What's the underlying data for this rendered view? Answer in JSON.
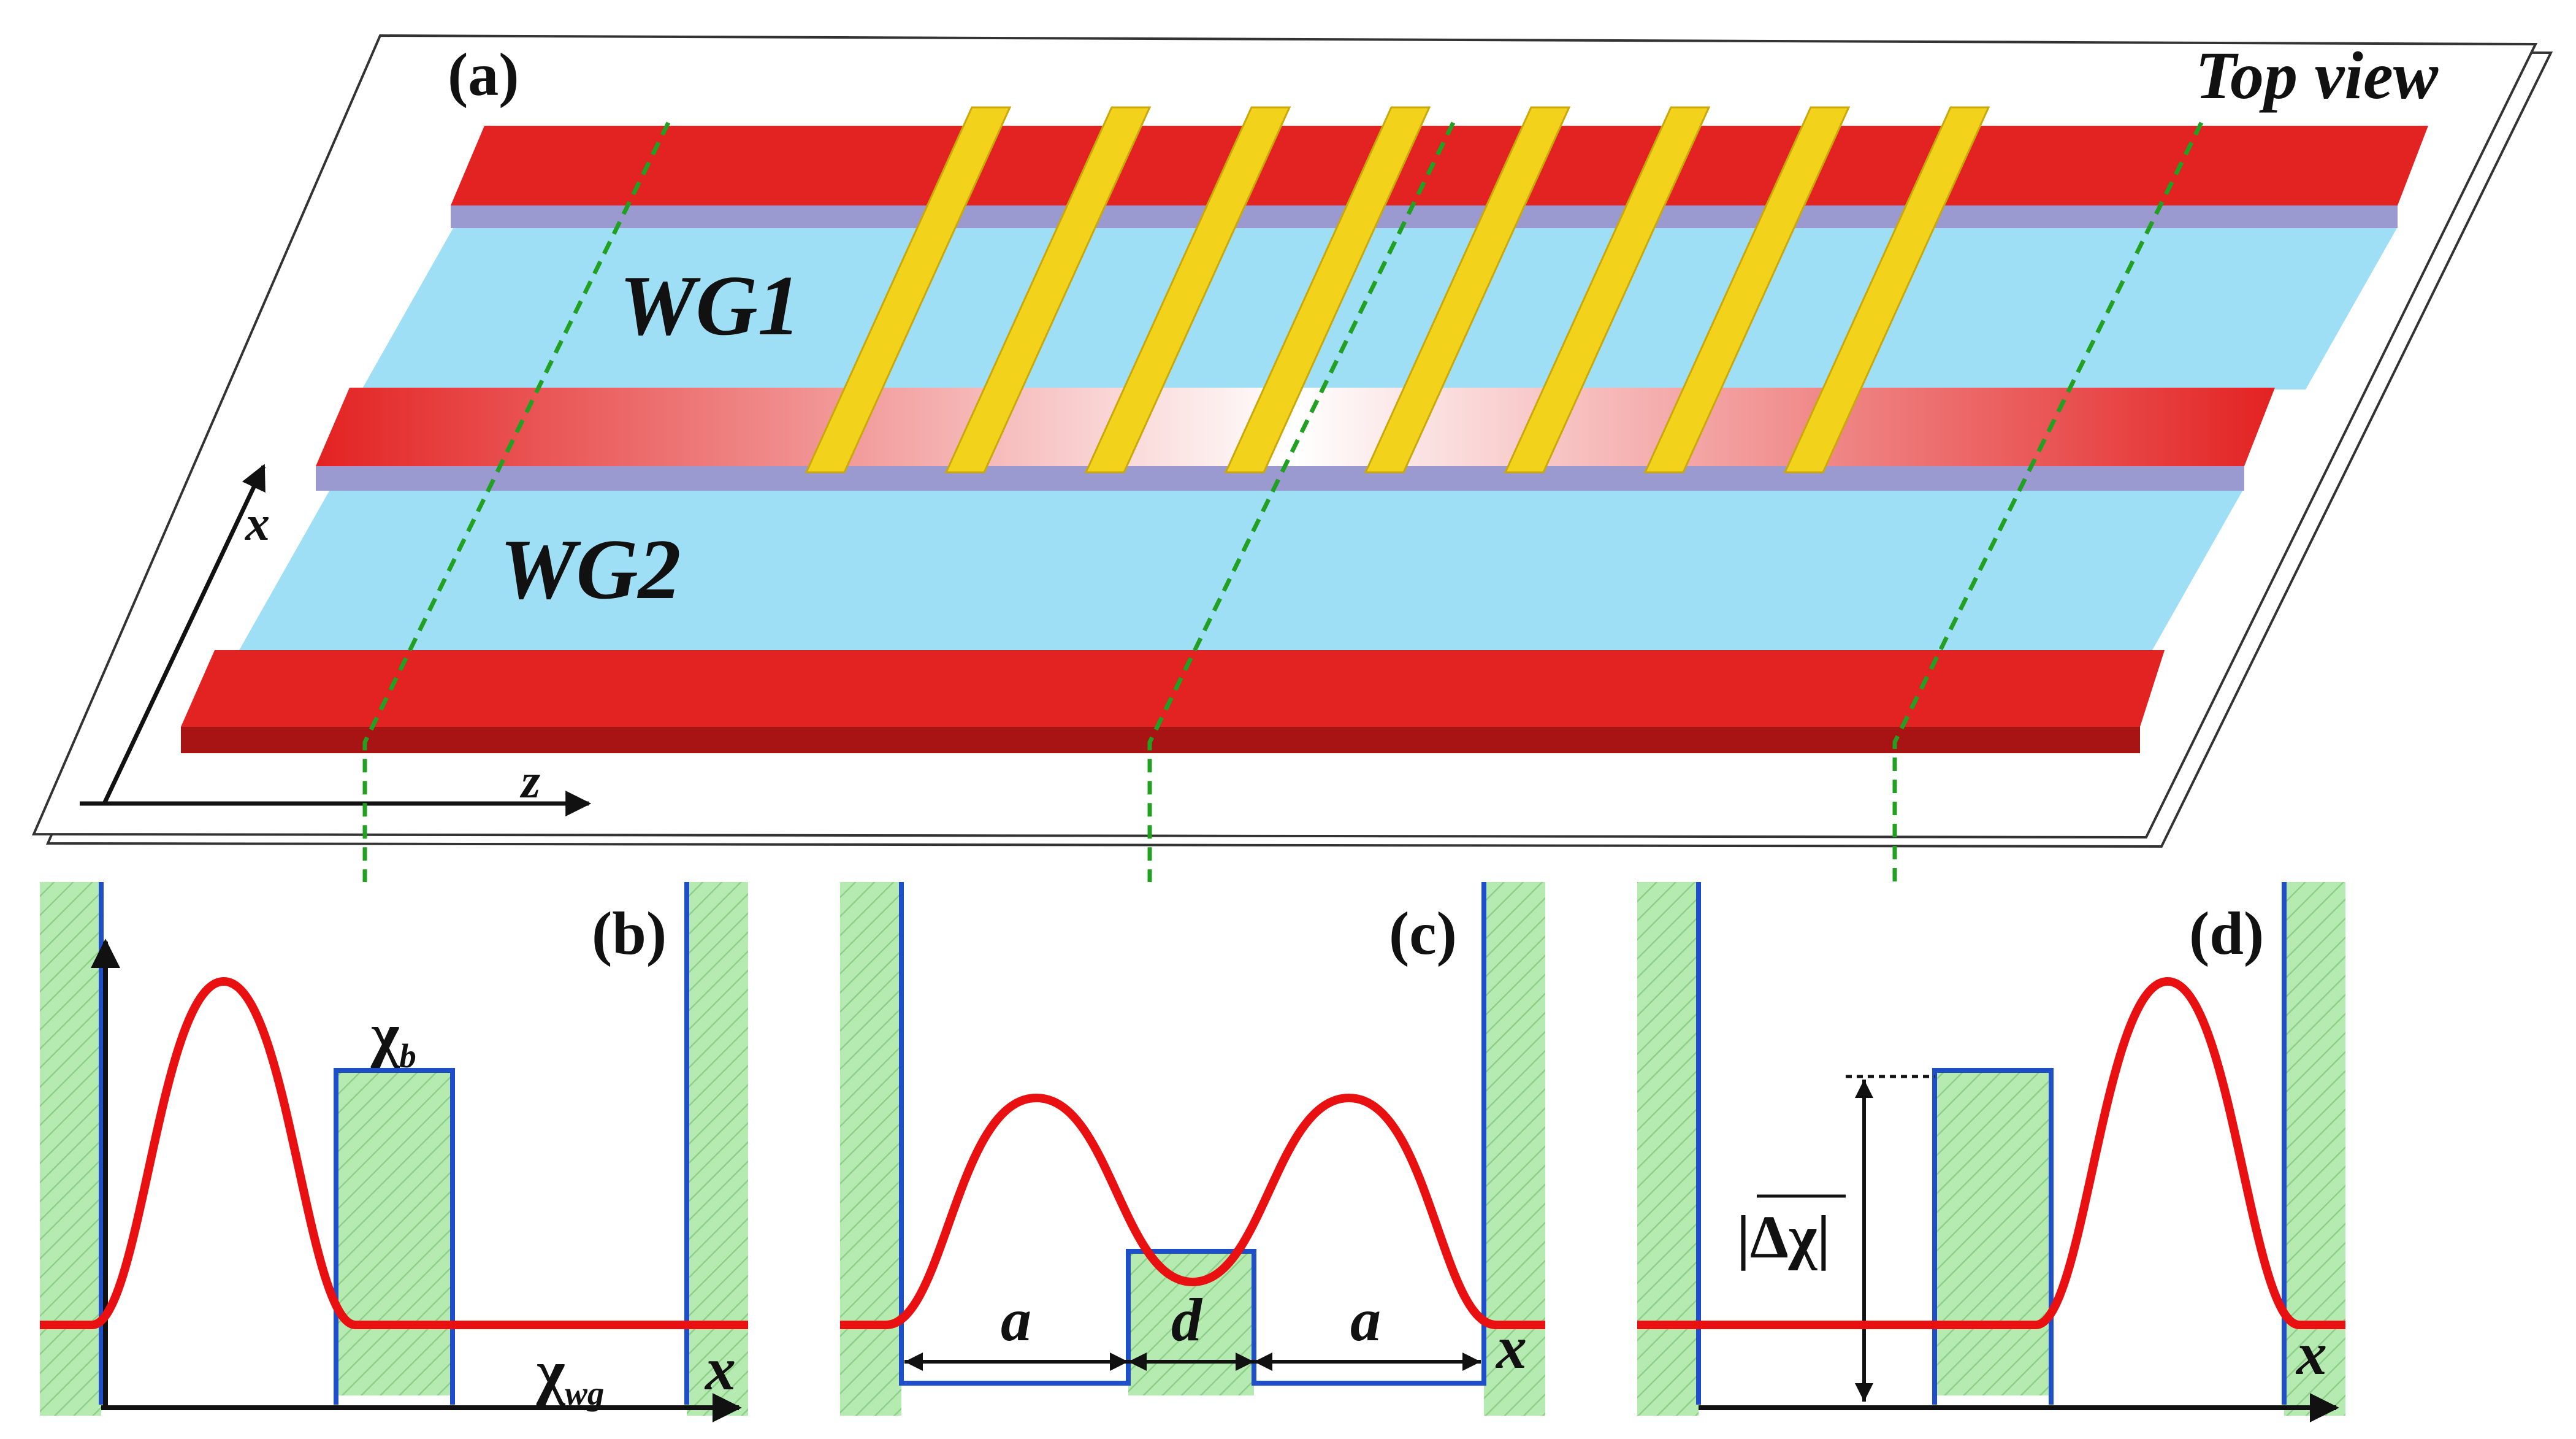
{
  "panel_a": {
    "label": "(a)",
    "view_label": "Top view",
    "waveguide_1": "WG1",
    "waveguide_2": "WG2",
    "axis_x": "x",
    "axis_z": "z",
    "electrode_count": 8
  },
  "panel_b": {
    "label": "(b)",
    "barrier_label": "χ",
    "barrier_sub": "b",
    "waveguide_label": "χ",
    "waveguide_sub": "wg",
    "axis_x": "x"
  },
  "panel_c": {
    "label": "(c)",
    "width_left": "a",
    "gap": "d",
    "width_right": "a",
    "axis_x": "x"
  },
  "panel_d": {
    "label": "(d)",
    "delta_label": "|Δχ|",
    "axis_x": "x"
  },
  "colors": {
    "cladding": "#e32222",
    "waveguide_core": "#9fdff5",
    "electrode": "#f2d21a",
    "profile_curve": "#e81010",
    "boundary": "#1f4fc8",
    "hatch_fill": "#b5ebb0",
    "guide_arrow": "#22a022"
  }
}
